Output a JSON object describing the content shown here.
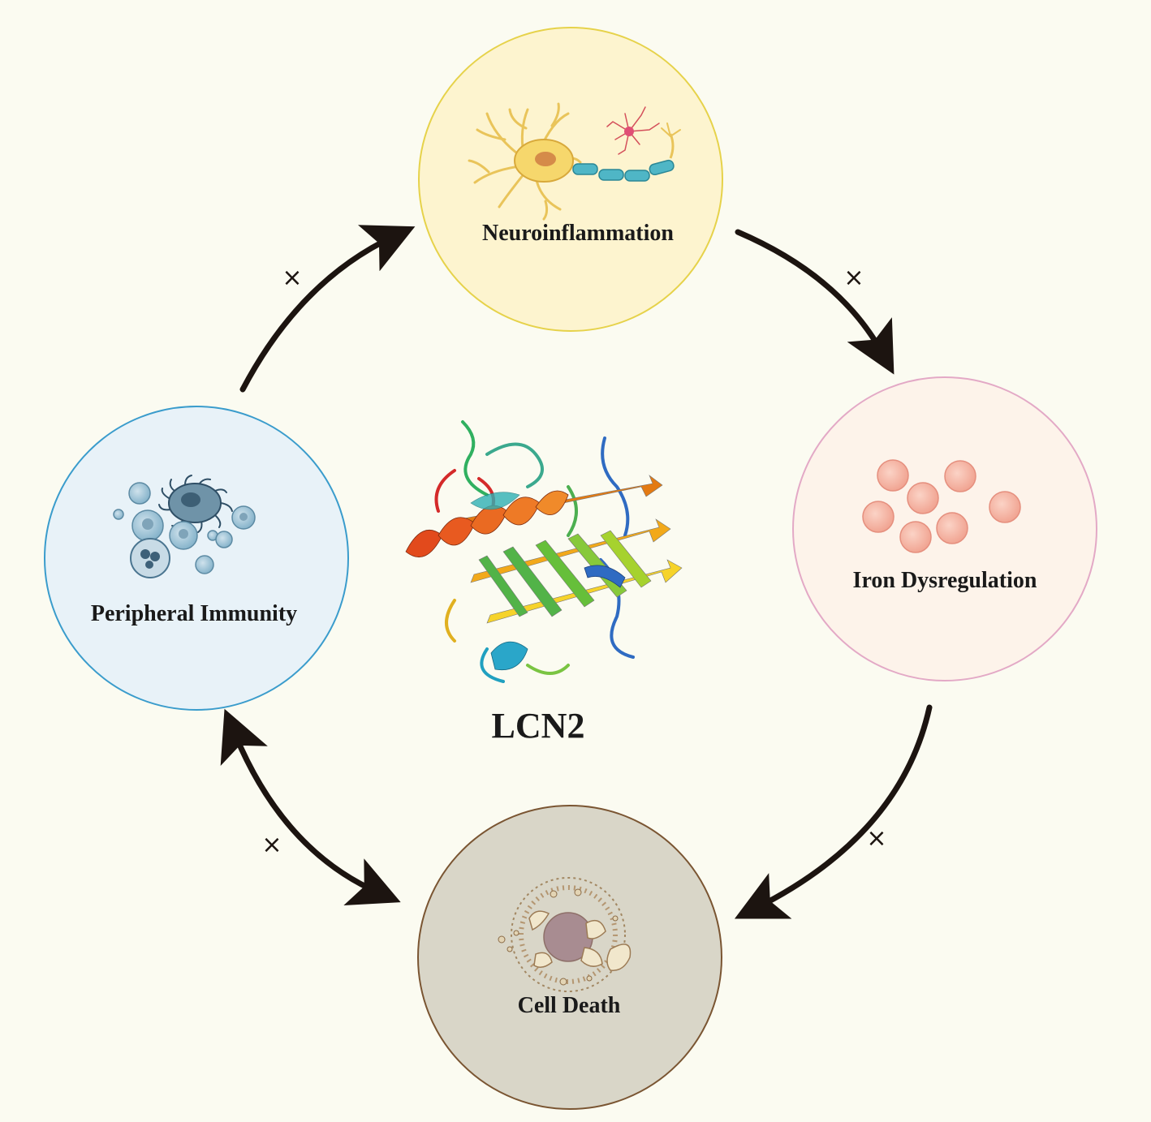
{
  "nodes": {
    "neuro": {
      "label": "Neuroinflammation",
      "fill": "#fdf4cf",
      "stroke": "#e6d24a"
    },
    "iron": {
      "label": "Iron Dysregulation",
      "fill": "#fdf3ea",
      "stroke": "#e3a9c6"
    },
    "death": {
      "label": "Cell Death",
      "fill": "#d9d6c8",
      "stroke": "#7a5532"
    },
    "immune": {
      "label": "Peripheral Immunity",
      "fill": "#e8f2f8",
      "stroke": "#3a9ccc"
    }
  },
  "center": {
    "label": "LCN2"
  },
  "edges": [
    {
      "from": "Peripheral Immunity",
      "to": "Neuroinflammation",
      "marker": "×"
    },
    {
      "from": "Neuroinflammation",
      "to": "Iron Dysregulation",
      "marker": "×"
    },
    {
      "from": "Iron Dysregulation",
      "to": "Cell Death",
      "marker": "×"
    },
    {
      "from": "Peripheral Immunity",
      "to": "Cell Death",
      "marker": "×",
      "bidirectional": true
    }
  ],
  "colors": {
    "background": "#fbfbf1",
    "arrow": "#1c1410"
  }
}
